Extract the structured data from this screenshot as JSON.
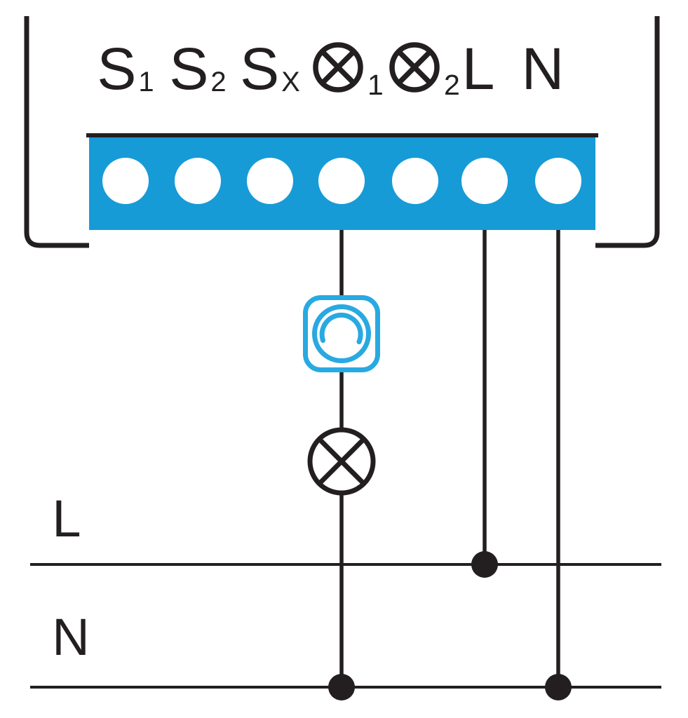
{
  "diagram": {
    "type": "wiring-diagram",
    "subject": "dimmer-module-connection",
    "colors": {
      "dark": "#231F20",
      "block_blue": "#169BD7",
      "icon_blue": "#29A9E1",
      "terminal_white": "#FFFFFF",
      "background": "#FFFFFF"
    },
    "terminal_labels": [
      {
        "main": "S",
        "sub": "1"
      },
      {
        "main": "S",
        "sub": "2"
      },
      {
        "main": "S",
        "sub": "X"
      },
      {
        "symbol": "lamp",
        "sub": "1"
      },
      {
        "symbol": "lamp",
        "sub": "2"
      },
      {
        "main": "L",
        "sub": ""
      },
      {
        "main": "N",
        "sub": ""
      }
    ],
    "terminal_count": "7",
    "bus_labels": {
      "live": "L",
      "neutral": "N"
    }
  }
}
